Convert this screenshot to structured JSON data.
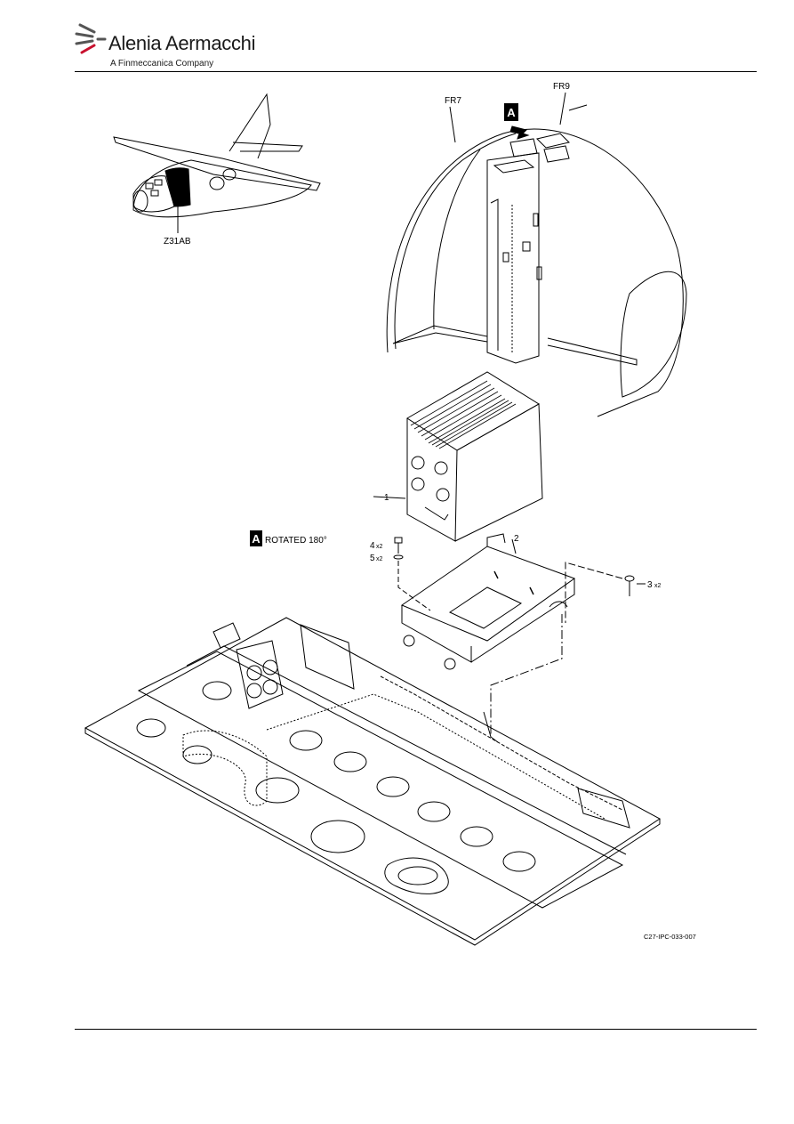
{
  "header": {
    "company_name": "Alenia Aermacchi",
    "company_subtitle": "A Finmeccanica Company"
  },
  "figure": {
    "zone_label": "Z31AB",
    "frame_labels": [
      "FR7",
      "FR9"
    ],
    "view_marker": "A",
    "view_caption": "ROTATED 180°",
    "item_labels": {
      "item1": "1",
      "item2": "2",
      "item3": "3",
      "item4": "4",
      "item5": "5"
    },
    "quantity_labels": {
      "item3": "x2",
      "item4": "x2",
      "item5": "x2"
    },
    "figure_ref": "C27-IPC-033-007"
  }
}
